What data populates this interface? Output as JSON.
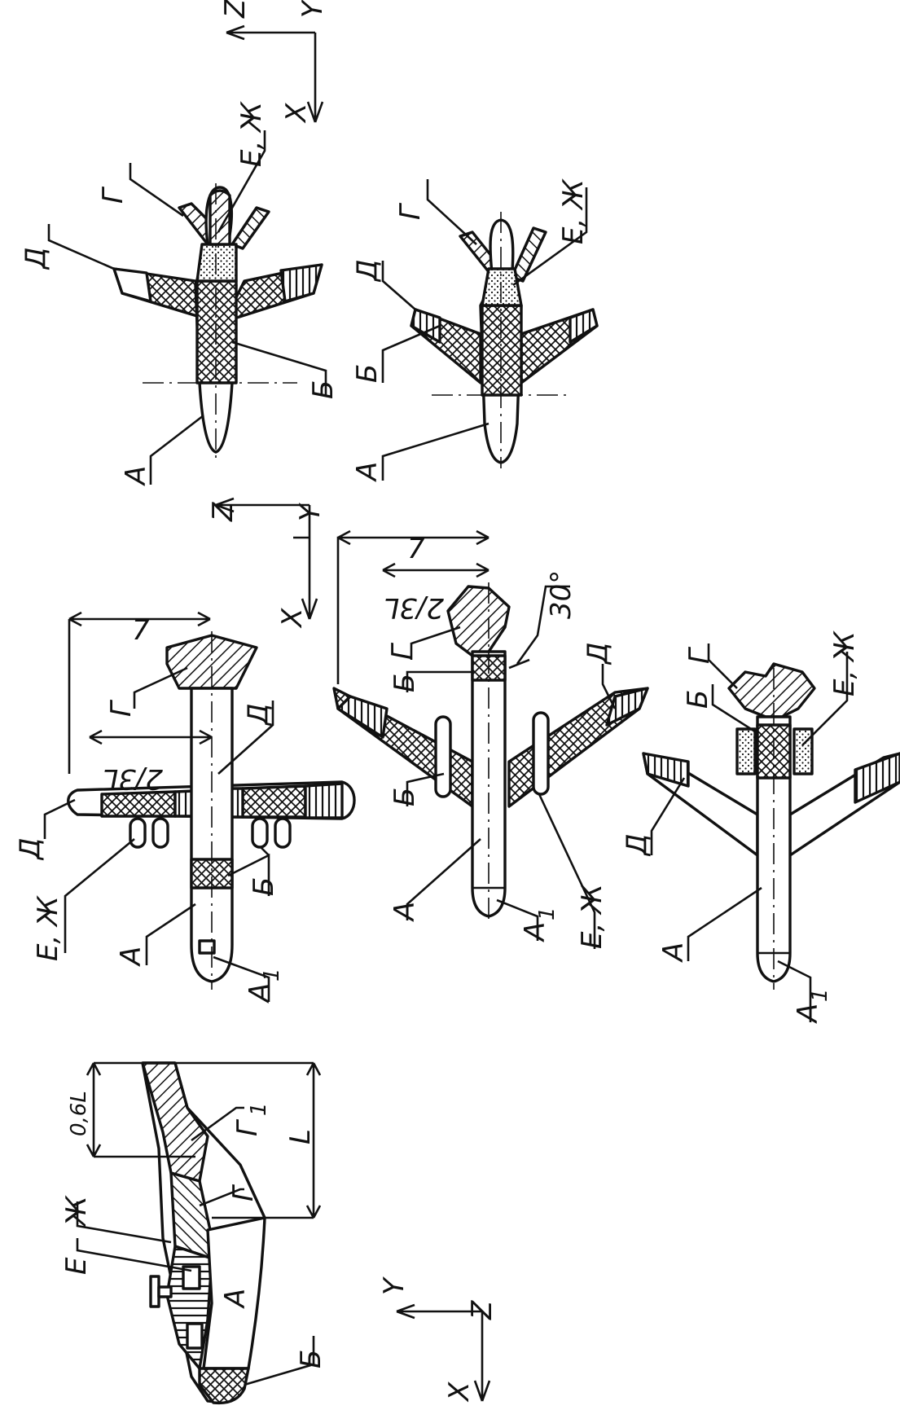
{
  "axes_plan": {
    "z": "Z",
    "y": "Y",
    "x": "X"
  },
  "axes_side": {
    "y": "Y",
    "z": "Z",
    "x": "X"
  },
  "zones": {
    "a": "А",
    "a1": "А",
    "a1_sub": "1",
    "b": "Б",
    "g": "Г",
    "g1": "Г",
    "g1_sub": "1",
    "d": "Д",
    "e": "Е",
    "zh": "Ж",
    "ezh": "Е, Ж"
  },
  "dims": {
    "len7": "7",
    "two_thirds": "2/3L",
    "angle": "30°",
    "l": "L",
    "frac": "0,6L"
  }
}
